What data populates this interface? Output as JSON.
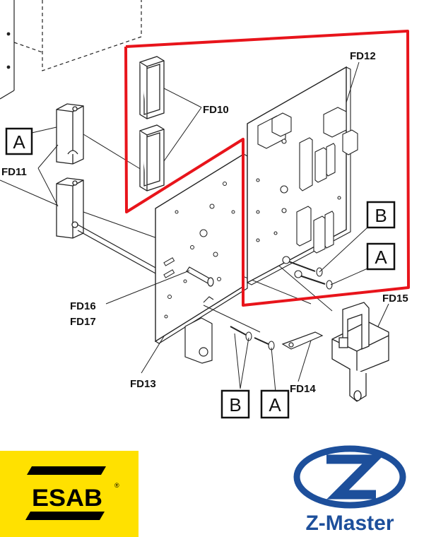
{
  "diagram": {
    "part_labels": {
      "fd10": "FD10",
      "fd11": "FD11",
      "fd12": "FD12",
      "fd13": "FD13",
      "fd14": "FD14",
      "fd15": "FD15",
      "fd16": "FD16",
      "fd17": "FD17"
    },
    "callouts": {
      "a_left": "A",
      "b_upper": "B",
      "a_upper": "A",
      "b_lower": "B",
      "a_lower": "A"
    },
    "highlight_color": "#e8141b"
  },
  "logos": {
    "esab": {
      "text": "ESAB",
      "registered": "®",
      "background": "#ffe100"
    },
    "zmaster": {
      "text": "Z-Master",
      "color": "#1d4f9b"
    }
  }
}
